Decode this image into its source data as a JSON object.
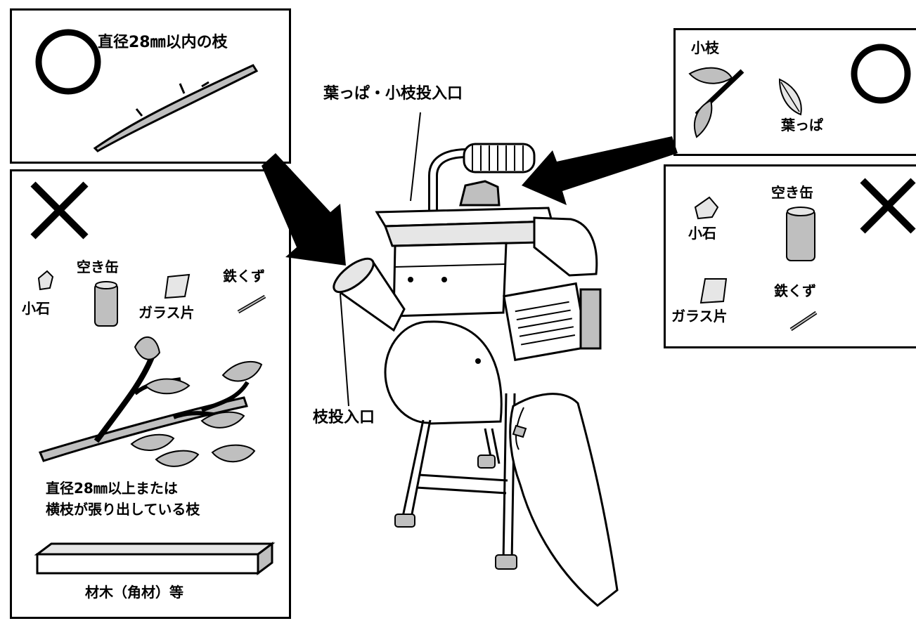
{
  "top_left_panel": {
    "status_symbol": "circle-ok",
    "label": "直径28㎜以内の枝"
  },
  "bottom_left_panel": {
    "status_symbol": "cross-ng",
    "items": {
      "stone": "小石",
      "can": "空き缶",
      "glass": "ガラス片",
      "iron": "鉄くず"
    },
    "branch_label_line1": "直径28㎜以上または",
    "branch_label_line2": "横枝が張り出している枝",
    "lumber_label": "材木（角材）等"
  },
  "top_right_panel": {
    "status_symbol": "circle-ok",
    "twig": "小枝",
    "leaf": "葉っぱ"
  },
  "bottom_right_panel": {
    "status_symbol": "cross-ng",
    "items": {
      "can": "空き缶",
      "stone": "小石",
      "iron": "鉄くず",
      "glass": "ガラス片"
    }
  },
  "machine": {
    "hopper_label": "葉っぱ・小枝投入口",
    "branch_inlet_label": "枝投入口"
  },
  "colors": {
    "line": "#000000",
    "fill_gray": "#bfbfbf",
    "fill_light": "#e6e6e6"
  }
}
